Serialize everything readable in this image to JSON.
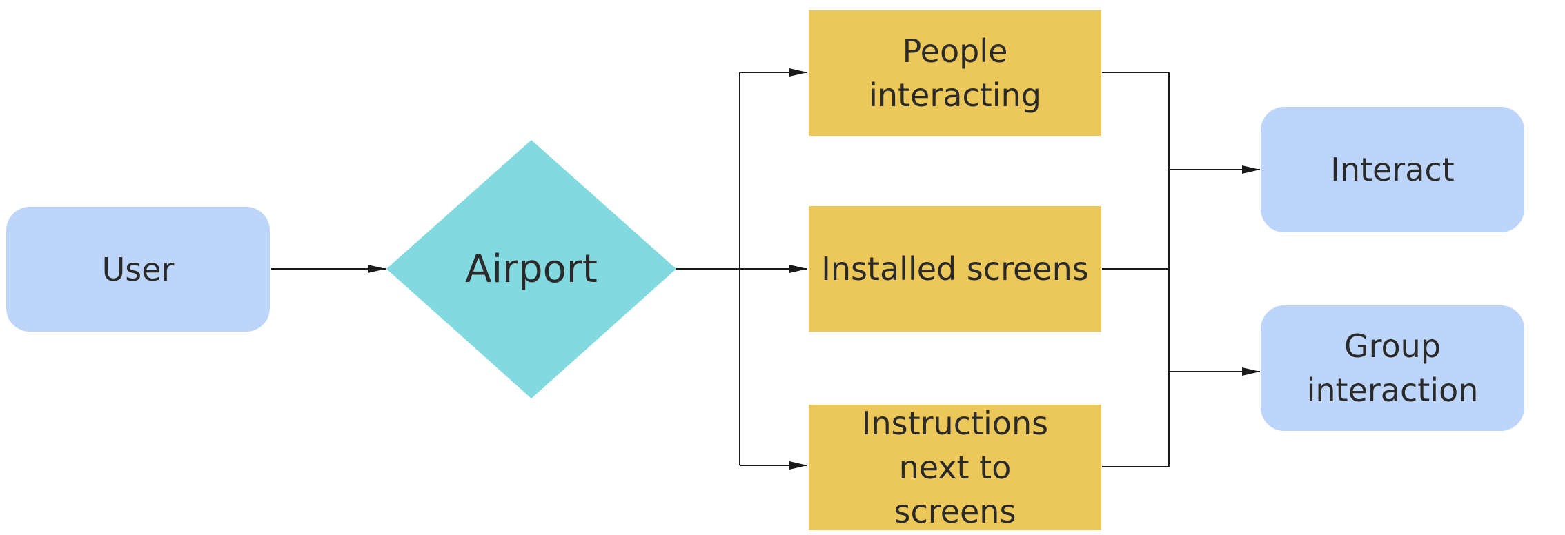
{
  "colors": {
    "start_end_fill": "#bcd5f8",
    "decision_fill": "#83d9e0",
    "process_fill": "#ecc75a",
    "connector": "#1a1a1a"
  },
  "nodes": {
    "user": {
      "label": "User"
    },
    "airport": {
      "label": "Airport"
    },
    "people_interacting": {
      "label": "People interacting"
    },
    "installed_screens": {
      "label": "Installed screens"
    },
    "instructions": {
      "label": "Instructions next to screens"
    },
    "interact": {
      "label": "Interact"
    },
    "group_interaction": {
      "label": "Group interaction"
    }
  }
}
